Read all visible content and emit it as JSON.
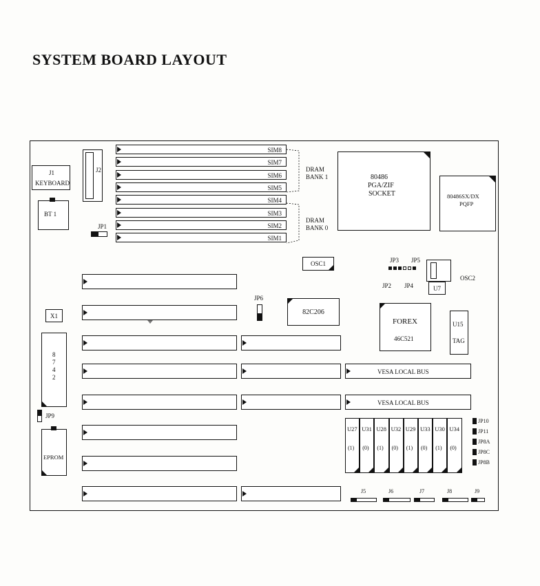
{
  "title": "SYSTEM BOARD LAYOUT",
  "j1": {
    "name": "J1",
    "label": "KEYBOARD"
  },
  "j2": "J2",
  "bt1": "BT 1",
  "jp1": "JP1",
  "x1": "X1",
  "jp9": "JP9",
  "eprom": "EPROM",
  "bios_chip": {
    "lines": [
      "8",
      "7",
      "4",
      "2"
    ]
  },
  "simm_slots": [
    "SIM8",
    "SIM7",
    "SIM6",
    "SIM5",
    "SIM4",
    "SIM3",
    "SIM2",
    "SIM1"
  ],
  "dram_bank1": {
    "line1": "DRAM",
    "line2": "BANK 1"
  },
  "dram_bank0": {
    "line1": "DRAM",
    "line2": "BANK 0"
  },
  "cpu_socket": {
    "line1": "80486",
    "line2": "PGA/ZIF",
    "line3": "SOCKET"
  },
  "cpu_pqfp": {
    "line1": "80486SX/DX",
    "line2": "PQFP"
  },
  "osc1": "OSC1",
  "osc2": "OSC2",
  "jp3": "JP3",
  "jp5": "JP5",
  "jp2": "JP2",
  "jp4": "JP4",
  "u7": "U7",
  "jp6": "JP6",
  "chip_82c206": "82C206",
  "forex": {
    "line1": "FOREX",
    "line2": "46C521"
  },
  "u15": {
    "line1": "U15",
    "line2": "TAG"
  },
  "vesa1": "VESA LOCAL BUS",
  "vesa2": "VESA LOCAL BUS",
  "cache_chips": [
    {
      "name": "U27",
      "bit": "(1)"
    },
    {
      "name": "U31",
      "bit": "(0)"
    },
    {
      "name": "U28",
      "bit": "(1)"
    },
    {
      "name": "U32",
      "bit": "(0)"
    },
    {
      "name": "U29",
      "bit": "(1)"
    },
    {
      "name": "U33",
      "bit": "(0)"
    },
    {
      "name": "U30",
      "bit": "(1)"
    },
    {
      "name": "U34",
      "bit": "(0)"
    }
  ],
  "right_jumpers": [
    "JP10",
    "JP11",
    "JP8A",
    "JP8C",
    "JP8B"
  ],
  "connectors": [
    "J5",
    "J6",
    "J7",
    "J8",
    "J9"
  ]
}
